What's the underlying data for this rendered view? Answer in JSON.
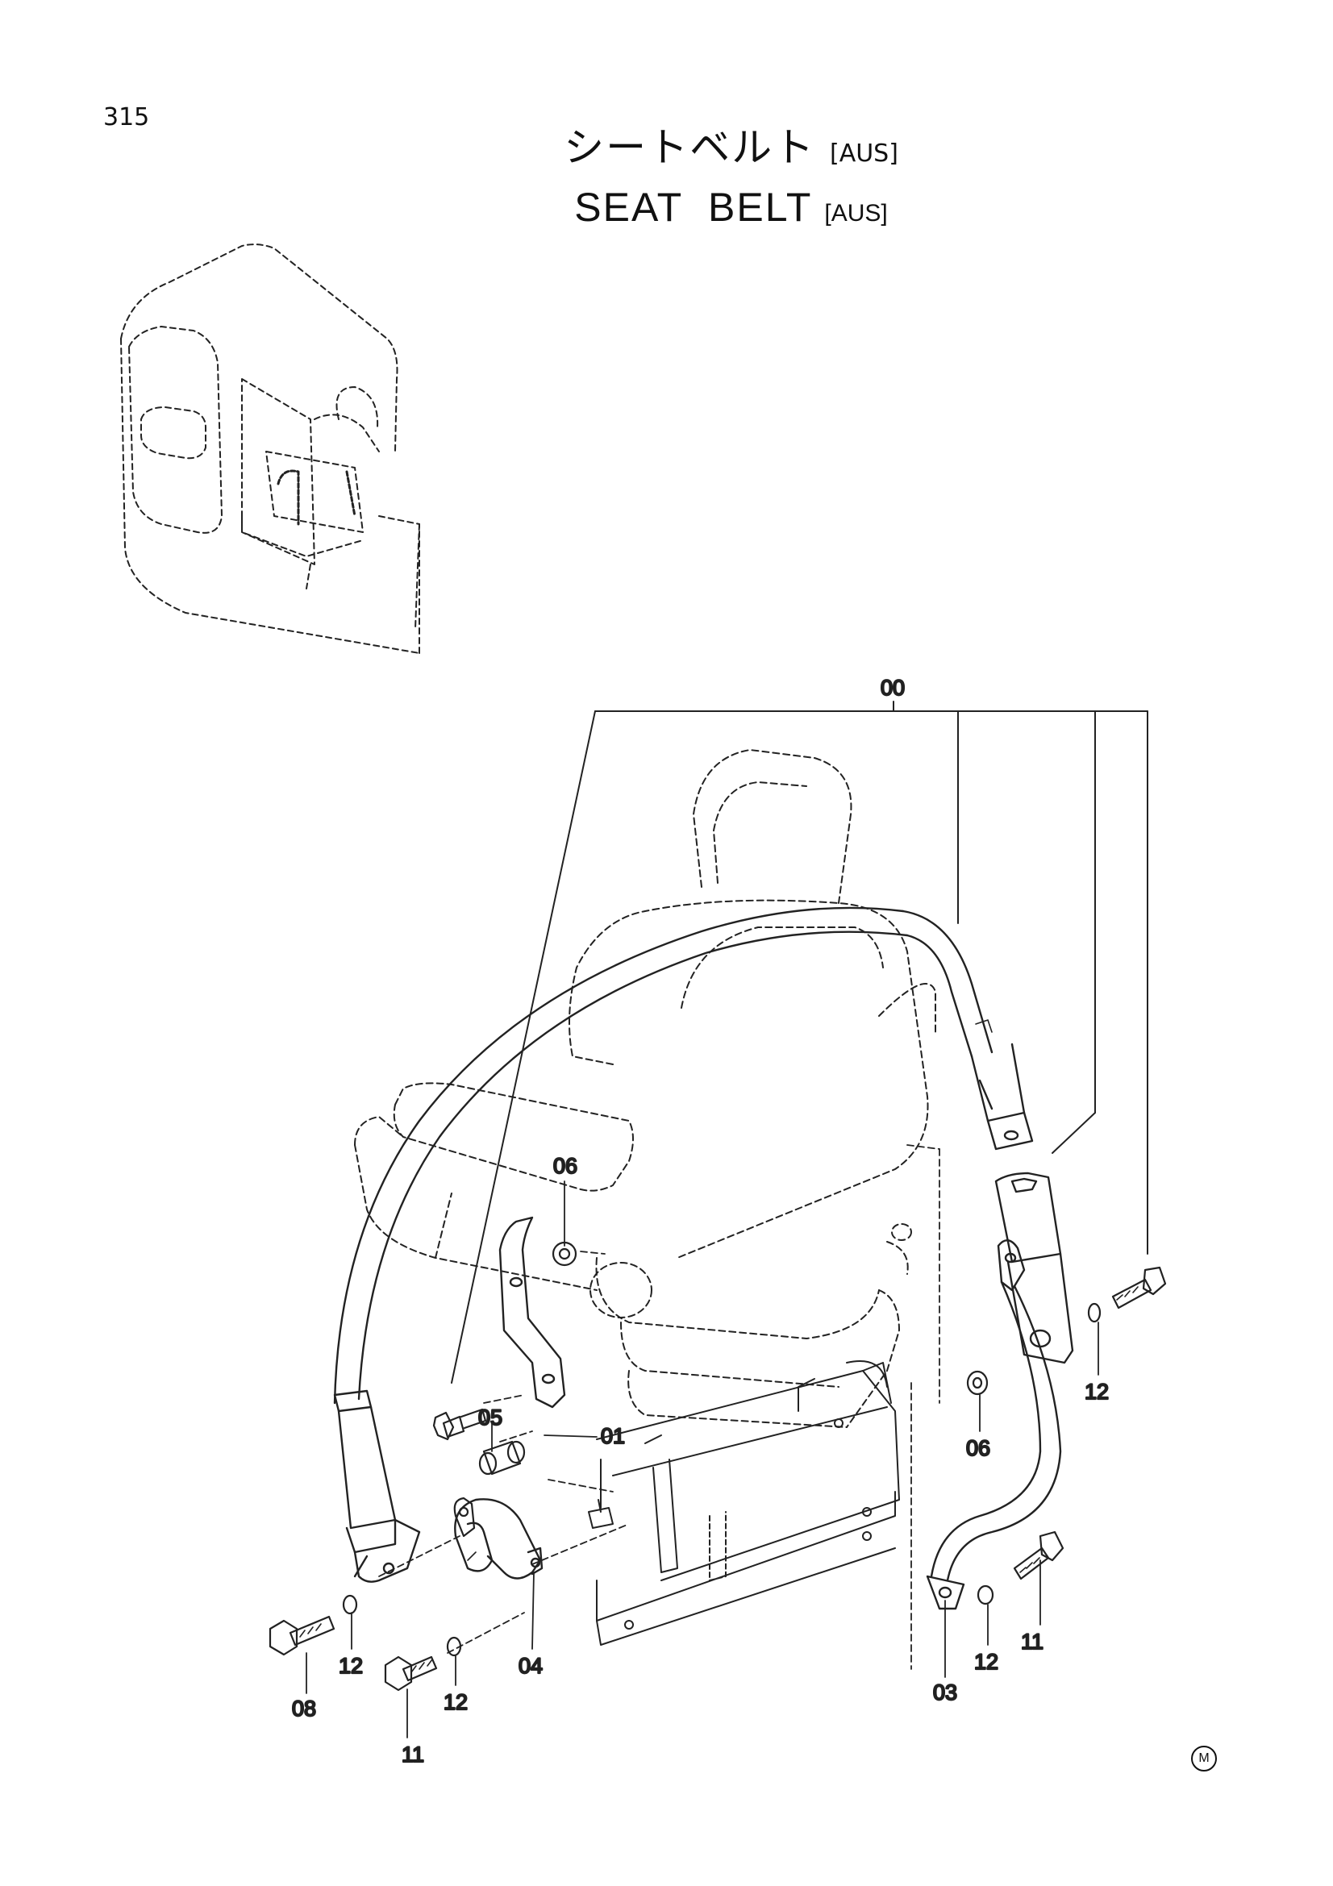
{
  "page": {
    "number": "315"
  },
  "title": {
    "jp": "シートベルト",
    "en": "SEAT  BELT",
    "tag": "[AUS]"
  },
  "callouts": [
    {
      "id": "00",
      "label": "00"
    },
    {
      "id": "01",
      "label": "01"
    },
    {
      "id": "03",
      "label": "03"
    },
    {
      "id": "04",
      "label": "04"
    },
    {
      "id": "05",
      "label": "05"
    },
    {
      "id": "06a",
      "label": "06"
    },
    {
      "id": "06b",
      "label": "06"
    },
    {
      "id": "08",
      "label": "08"
    },
    {
      "id": "11a",
      "label": "11"
    },
    {
      "id": "11b",
      "label": "11"
    },
    {
      "id": "12a",
      "label": "12"
    },
    {
      "id": "12b",
      "label": "12"
    },
    {
      "id": "12c",
      "label": "12"
    },
    {
      "id": "12d",
      "label": "12"
    }
  ],
  "mark": "M",
  "icons": {
    "corner_mark": "circled-m-icon"
  }
}
